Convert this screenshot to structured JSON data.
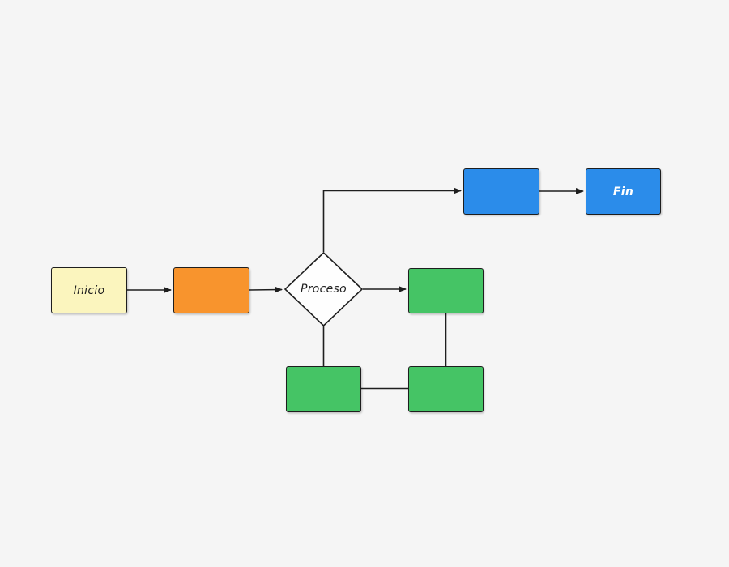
{
  "app": {
    "name": "flowchart-canvas",
    "background_color": "#f5f5f5",
    "stroke_color": "#1e1e1e"
  },
  "diagram": {
    "type": "flowchart",
    "nodes": [
      {
        "id": "inicio",
        "shape": "rectangle",
        "label": "Inicio",
        "fill": "#fbf5be",
        "text_color": "#1e1e1e"
      },
      {
        "id": "step-orange",
        "shape": "rectangle",
        "label": "",
        "fill": "#f8942d",
        "text_color": ""
      },
      {
        "id": "proceso",
        "shape": "diamond",
        "label": "Proceso",
        "fill": "#fefefe",
        "text_color": "#1e1e1e"
      },
      {
        "id": "green-right",
        "shape": "rectangle",
        "label": "",
        "fill": "#45c465",
        "text_color": ""
      },
      {
        "id": "green-bottom-left",
        "shape": "rectangle",
        "label": "",
        "fill": "#45c465",
        "text_color": ""
      },
      {
        "id": "green-bottom-right",
        "shape": "rectangle",
        "label": "",
        "fill": "#45c465",
        "text_color": ""
      },
      {
        "id": "blue-step",
        "shape": "rectangle",
        "label": "",
        "fill": "#2b8cea",
        "text_color": ""
      },
      {
        "id": "fin",
        "shape": "rectangle",
        "label": "Fin",
        "fill": "#2b8cea",
        "text_color": "#ffffff"
      }
    ],
    "edges": [
      {
        "from": "inicio",
        "to": "step-orange",
        "arrowhead": true,
        "route": "straight"
      },
      {
        "from": "step-orange",
        "to": "proceso",
        "arrowhead": true,
        "route": "straight"
      },
      {
        "from": "proceso",
        "to": "green-right",
        "arrowhead": true,
        "route": "straight"
      },
      {
        "from": "proceso",
        "to": "blue-step",
        "arrowhead": true,
        "route": "up-then-right"
      },
      {
        "from": "blue-step",
        "to": "fin",
        "arrowhead": true,
        "route": "straight"
      },
      {
        "from": "proceso",
        "to": "green-bottom-left",
        "arrowhead": false,
        "route": "straight-down"
      },
      {
        "from": "green-right",
        "to": "green-bottom-right",
        "arrowhead": false,
        "route": "straight-down"
      },
      {
        "from": "green-bottom-left",
        "to": "green-bottom-right",
        "arrowhead": false,
        "route": "straight"
      }
    ]
  }
}
